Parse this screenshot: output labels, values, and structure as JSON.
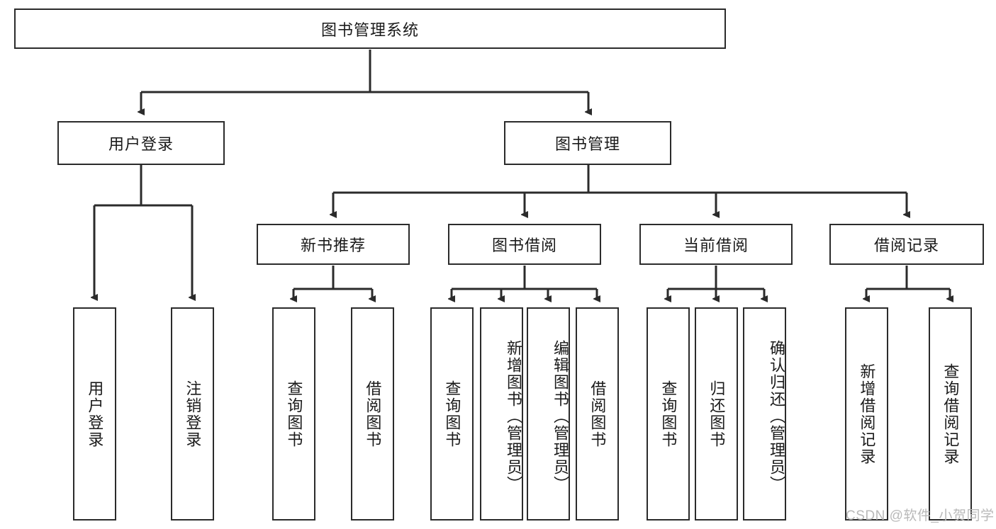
{
  "diagram": {
    "title": "图书管理系统",
    "root": {
      "label": "图书管理系统"
    },
    "level2": [
      {
        "label": "用户登录"
      },
      {
        "label": "图书管理"
      }
    ],
    "level3": [
      {
        "label": "新书推荐"
      },
      {
        "label": "图书借阅"
      },
      {
        "label": "当前借阅"
      },
      {
        "label": "借阅记录"
      }
    ],
    "leaves": {
      "user_login": [
        {
          "label": "用户登录"
        },
        {
          "label": "注销登录"
        }
      ],
      "new_book_recommend": [
        {
          "label": "查询图书"
        },
        {
          "label": "借阅图书"
        }
      ],
      "book_borrow": [
        {
          "label": "查询图书"
        },
        {
          "label": "新增图书（管理员）"
        },
        {
          "label": "编辑图书（管理员）"
        },
        {
          "label": "借阅图书"
        }
      ],
      "current_borrow": [
        {
          "label": "查询图书"
        },
        {
          "label": "归还图书"
        },
        {
          "label": "确认归还（管理员）"
        }
      ],
      "borrow_records": [
        {
          "label": "新增借阅记录"
        },
        {
          "label": "查询借阅记录"
        }
      ]
    }
  },
  "watermark": {
    "text": "CSDN @软件_小贺同学"
  },
  "colors": {
    "stroke": "#2b2b2b",
    "background": "#ffffff",
    "text": "#1a1a1a",
    "watermark": "#b9b9b9"
  }
}
